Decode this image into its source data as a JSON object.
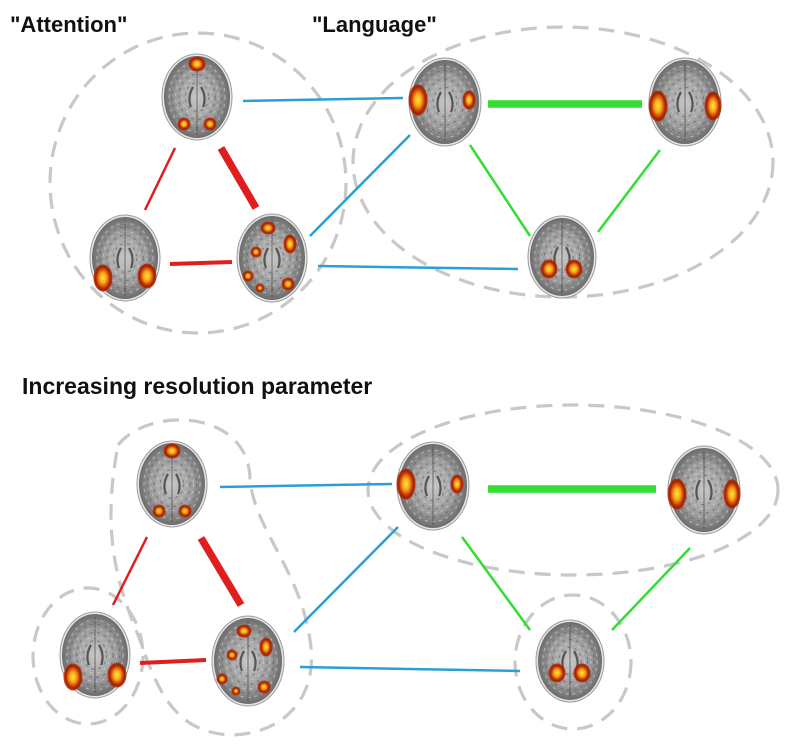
{
  "labels": {
    "attention": "\"Attention\"",
    "language": "\"Language\"",
    "resolution": "Increasing resolution parameter"
  },
  "colors": {
    "attention_edge": "#e01e1e",
    "language_edge": "#33dd33",
    "between_edge": "#2a9fd6",
    "community_outline": "#c8c8c8",
    "activation_hot": "#ffd21a",
    "activation_mid": "#f07a10",
    "activation_deep": "#b32000"
  },
  "panels": [
    {
      "id": "top",
      "communities": [
        "Attention",
        "Language"
      ],
      "edges": [
        {
          "from": "attn-top",
          "to": "attn-right",
          "group": "attention",
          "strength": "strong"
        },
        {
          "from": "attn-top",
          "to": "attn-left",
          "group": "attention",
          "strength": "weak"
        },
        {
          "from": "attn-left",
          "to": "attn-right",
          "group": "attention",
          "strength": "medium"
        },
        {
          "from": "lang-left",
          "to": "lang-right",
          "group": "language",
          "strength": "strong"
        },
        {
          "from": "lang-left",
          "to": "lang-bottom",
          "group": "language",
          "strength": "weak"
        },
        {
          "from": "lang-right",
          "to": "lang-bottom",
          "group": "language",
          "strength": "weak"
        },
        {
          "from": "attn-top",
          "to": "lang-left",
          "group": "between",
          "strength": "weak"
        },
        {
          "from": "attn-right",
          "to": "lang-left",
          "group": "between",
          "strength": "weak"
        },
        {
          "from": "attn-right",
          "to": "lang-bottom",
          "group": "between",
          "strength": "weak"
        }
      ]
    },
    {
      "id": "bottom",
      "communities": [
        "Attention (top + right)",
        "Attention (left)",
        "Language (left + right)",
        "Language (bottom)"
      ],
      "edges": [
        {
          "from": "attn-top",
          "to": "attn-right",
          "group": "attention",
          "strength": "strong"
        },
        {
          "from": "attn-top",
          "to": "attn-left",
          "group": "attention",
          "strength": "weak"
        },
        {
          "from": "attn-left",
          "to": "attn-right",
          "group": "attention",
          "strength": "medium"
        },
        {
          "from": "lang-left",
          "to": "lang-right",
          "group": "language",
          "strength": "strong"
        },
        {
          "from": "lang-left",
          "to": "lang-bottom",
          "group": "language",
          "strength": "weak"
        },
        {
          "from": "lang-right",
          "to": "lang-bottom",
          "group": "language",
          "strength": "weak"
        },
        {
          "from": "attn-top",
          "to": "lang-left",
          "group": "between",
          "strength": "weak"
        },
        {
          "from": "attn-right",
          "to": "lang-left",
          "group": "between",
          "strength": "weak"
        },
        {
          "from": "attn-right",
          "to": "lang-bottom",
          "group": "between",
          "strength": "weak"
        }
      ]
    }
  ]
}
